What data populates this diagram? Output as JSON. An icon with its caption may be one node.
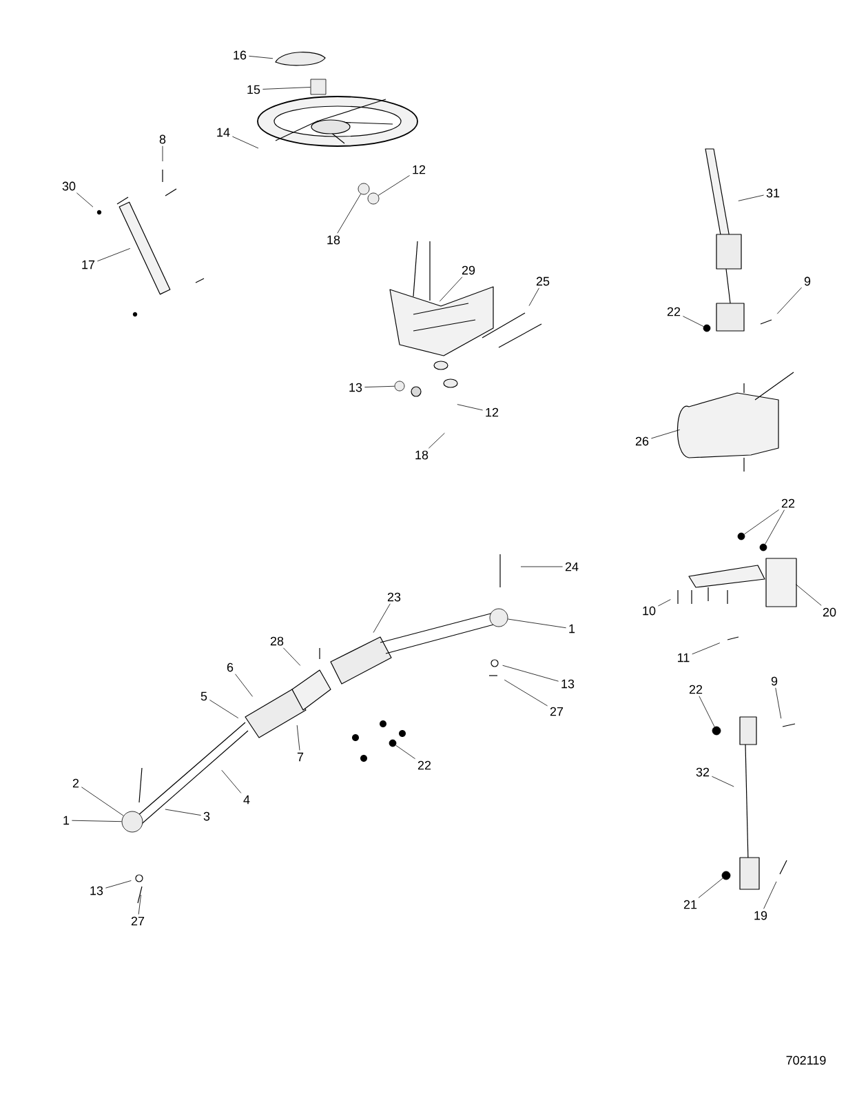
{
  "diagram": {
    "nodes": [
      {
        "text": [
          "16"
        ]
      },
      {
        "text": [
          "15"
        ]
      },
      {
        "text": [
          "14"
        ]
      },
      {
        "text": [
          "8"
        ]
      },
      {
        "text": [
          "30"
        ]
      },
      {
        "text": [
          "17"
        ]
      },
      {
        "text": [
          "12"
        ]
      },
      {
        "text": [
          "18"
        ]
      },
      {
        "text": [
          "29"
        ]
      },
      {
        "text": [
          "25"
        ]
      },
      {
        "text": [
          "13"
        ]
      },
      {
        "text": [
          "12"
        ]
      },
      {
        "text": [
          "18"
        ]
      },
      {
        "text": [
          "31"
        ]
      },
      {
        "text": [
          "22"
        ]
      },
      {
        "text": [
          "9"
        ]
      },
      {
        "text": [
          "26"
        ]
      },
      {
        "text": [
          "22"
        ]
      },
      {
        "text": [
          "24"
        ]
      },
      {
        "text": [
          "1"
        ]
      },
      {
        "text": [
          "10"
        ]
      },
      {
        "text": [
          "20"
        ]
      },
      {
        "text": [
          "11"
        ]
      },
      {
        "text": [
          "13"
        ]
      },
      {
        "text": [
          "27"
        ]
      },
      {
        "text": [
          "22"
        ]
      },
      {
        "text": [
          "9"
        ]
      },
      {
        "text": [
          "23"
        ]
      },
      {
        "text": [
          "28"
        ]
      },
      {
        "text": [
          "6"
        ]
      },
      {
        "text": [
          "5"
        ]
      },
      {
        "text": [
          "7"
        ]
      },
      {
        "text": [
          "22"
        ]
      },
      {
        "text": [
          "4"
        ]
      },
      {
        "text": [
          "2"
        ]
      },
      {
        "text": [
          "3"
        ]
      },
      {
        "text": [
          "1"
        ]
      },
      {
        "text": [
          "32"
        ]
      },
      {
        "text": [
          "13"
        ]
      },
      {
        "text": [
          "27"
        ]
      },
      {
        "text": [
          "21"
        ]
      },
      {
        "text": [
          "19"
        ]
      },
      {
        "text": [],
        "shape": "box"
      },
      {
        "text": [],
        "shape": "circle"
      },
      {
        "text": [],
        "shape": "circle"
      },
      {
        "text": [],
        "shape": "circle"
      },
      {
        "text": [],
        "shape": "circle"
      },
      {
        "text": [],
        "shape": "circle"
      },
      {
        "text": [],
        "shape": "circle"
      },
      {
        "text": [],
        "shape": "circle"
      },
      {
        "text": [],
        "shape": "circle"
      },
      {
        "text": [],
        "shape": "circle"
      },
      {
        "text": [],
        "shape": "circle"
      },
      {
        "text": [],
        "shape": "circle"
      }
    ],
    "edges": [
      {
        "from": 0,
        "to": null,
        "arrow": "none"
      },
      {
        "from": 1,
        "to": 42,
        "arrow": "none"
      },
      {
        "from": 2,
        "to": null,
        "arrow": "none"
      },
      {
        "from": 3,
        "to": null,
        "arrow": "none"
      },
      {
        "from": 4,
        "to": null,
        "arrow": "none"
      },
      {
        "from": 5,
        "to": null,
        "arrow": "none"
      },
      {
        "from": 6,
        "to": 43,
        "arrow": "none"
      },
      {
        "from": 7,
        "to": 44,
        "arrow": "none"
      },
      {
        "from": 8,
        "to": null,
        "arrow": "none"
      },
      {
        "from": 9,
        "to": null,
        "arrow": "none"
      },
      {
        "from": 10,
        "to": 45,
        "arrow": "none"
      },
      {
        "from": 11,
        "to": null,
        "arrow": "none"
      },
      {
        "from": 12,
        "to": null,
        "arrow": "none"
      },
      {
        "from": 13,
        "to": null,
        "arrow": "none"
      },
      {
        "from": 14,
        "to": 46,
        "arrow": "none"
      },
      {
        "from": 15,
        "to": null,
        "arrow": "none"
      },
      {
        "from": 16,
        "to": null,
        "arrow": "none"
      },
      {
        "from": 17,
        "to": 47,
        "arrow": "none"
      },
      {
        "from": 17,
        "to": 48,
        "arrow": "none"
      },
      {
        "from": 18,
        "to": null,
        "arrow": "none"
      },
      {
        "from": 19,
        "to": 49,
        "arrow": "none"
      },
      {
        "from": 20,
        "to": null,
        "arrow": "none"
      },
      {
        "from": 21,
        "to": null,
        "arrow": "none"
      },
      {
        "from": 22,
        "to": null,
        "arrow": "none"
      },
      {
        "from": 23,
        "to": null,
        "arrow": "none"
      },
      {
        "from": 24,
        "to": null,
        "arrow": "none"
      },
      {
        "from": 25,
        "to": 50,
        "arrow": "none"
      },
      {
        "from": 26,
        "to": null,
        "arrow": "none"
      },
      {
        "from": 27,
        "to": null,
        "arrow": "none"
      },
      {
        "from": 28,
        "to": null,
        "arrow": "none"
      },
      {
        "from": 29,
        "to": null,
        "arrow": "none"
      },
      {
        "from": 30,
        "to": null,
        "arrow": "none"
      },
      {
        "from": 31,
        "to": null,
        "arrow": "none"
      },
      {
        "from": 32,
        "to": 51,
        "arrow": "none"
      },
      {
        "from": 33,
        "to": null,
        "arrow": "none"
      },
      {
        "from": 34,
        "to": 52,
        "arrow": "none"
      },
      {
        "from": 35,
        "to": null,
        "arrow": "none"
      },
      {
        "from": 36,
        "to": 52,
        "arrow": "none"
      },
      {
        "from": 37,
        "to": null,
        "arrow": "none"
      },
      {
        "from": 38,
        "to": null,
        "arrow": "none"
      },
      {
        "from": 39,
        "to": null,
        "arrow": "none"
      },
      {
        "from": 40,
        "to": 53,
        "arrow": "none"
      },
      {
        "from": 41,
        "to": null,
        "arrow": "none"
      }
    ],
    "labels": [
      "702119"
    ]
  }
}
